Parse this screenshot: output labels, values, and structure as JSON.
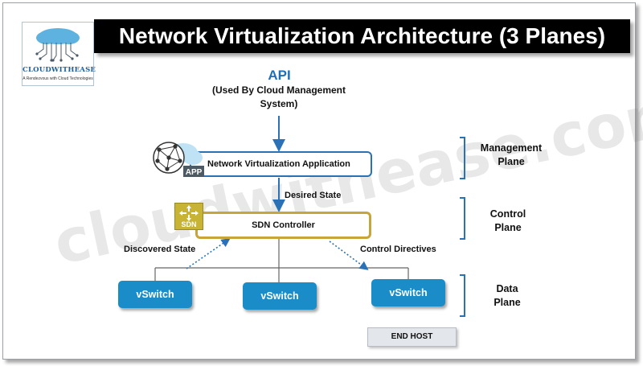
{
  "title": "Network Virtualization Architecture (3 Planes)",
  "logo": {
    "name": "CLOUDWITHEASE",
    "tagline": "A Rendezvous with Cloud Technologies"
  },
  "watermark": "cloudwithease.com",
  "api": {
    "title": "API",
    "subtitle": "(Used By Cloud Management System)"
  },
  "app_box": {
    "label": "Network Virtualization  Application",
    "icon_label": "APP"
  },
  "sdn_box": {
    "label": "SDN Controller",
    "icon_label": "SDN"
  },
  "labels": {
    "desired_state": "Desired State",
    "discovered_state": "Discovered State",
    "control_directives": "Control Directives"
  },
  "vswitches": [
    "vSwitch",
    "vSwitch",
    "vSwitch"
  ],
  "end_host": "END HOST",
  "planes": {
    "management": {
      "line1": "Management",
      "line2": "Plane"
    },
    "control": {
      "line1": "Control",
      "line2": "Plane"
    },
    "data": {
      "line1": "Data",
      "line2": "Plane"
    }
  },
  "colors": {
    "api_blue": "#1f6fb8",
    "vswitch_blue": "#1a8cc7",
    "sdn_gold": "#c8a53a",
    "title_bg": "#000000"
  }
}
